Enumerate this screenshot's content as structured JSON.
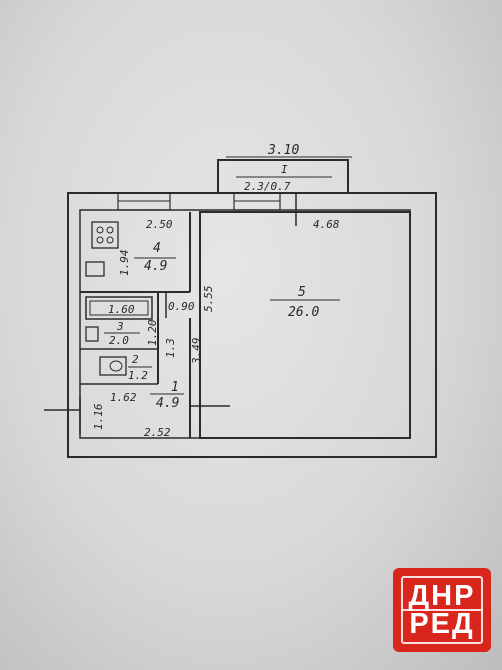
{
  "plan": {
    "labels": {
      "balcony_width": "3.10",
      "balcony_number": "I",
      "balcony_dims": "2.3/0.7",
      "kitchen_width": "2.50",
      "kitchen_length": "1.94",
      "kitchen_number": "4",
      "kitchen_area": "4.9",
      "room_length": "4.68",
      "room_depth": "5.55",
      "room_number": "5",
      "room_area": "26.0",
      "bath_width": "1.60",
      "bath_number": "3",
      "bath_area": "2.0",
      "bath_depth": "1.20",
      "closet_width": "0.90",
      "wc_number": "2",
      "wc_area": "1.2",
      "wc_depth": "1.3",
      "corridor_length": "3.49",
      "corridor_width": "1.62",
      "hall_number": "1",
      "hall_area": "4.9",
      "entry_width": "1.16",
      "bottom_width": "2.52"
    }
  },
  "watermark": {
    "line1": "ДНР",
    "line2": "РЕД"
  },
  "colors": {
    "paper": "#d8d8d8",
    "ink": "#2b2b2b",
    "watermark_bg": "#d9261c"
  }
}
